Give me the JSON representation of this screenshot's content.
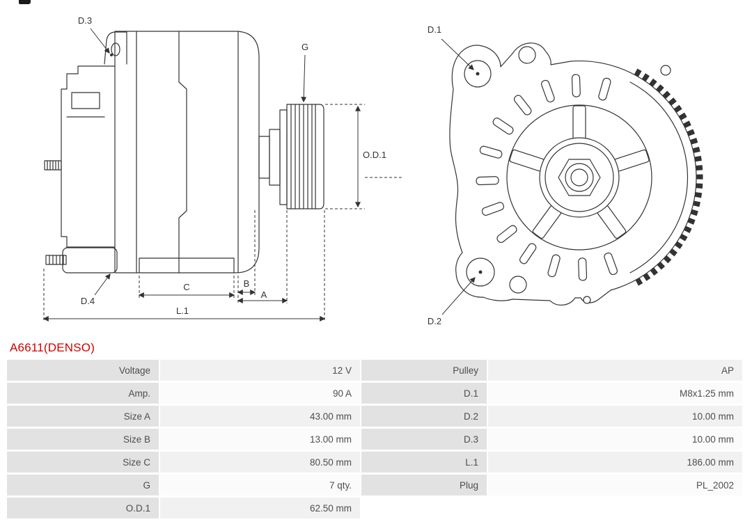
{
  "title": {
    "text": "A6611(DENSO)"
  },
  "diagram": {
    "labels": {
      "d1": "D.1",
      "d2": "D.2",
      "d3": "D.3",
      "d4": "D.4",
      "g": "G",
      "od1": "O.D.1",
      "a": "A",
      "b": "B",
      "c": "C",
      "l1": "L.1"
    }
  },
  "specs": {
    "rows": [
      {
        "l1": "Voltage",
        "v1": "12 V",
        "l2": "Pulley",
        "v2": "AP"
      },
      {
        "l1": "Amp.",
        "v1": "90 A",
        "l2": "D.1",
        "v2": "M8x1.25 mm"
      },
      {
        "l1": "Size A",
        "v1": "43.00 mm",
        "l2": "D.2",
        "v2": "10.00 mm"
      },
      {
        "l1": "Size B",
        "v1": "13.00 mm",
        "l2": "D.3",
        "v2": "10.00 mm"
      },
      {
        "l1": "Size C",
        "v1": "80.50 mm",
        "l2": "L.1",
        "v2": "186.00 mm"
      },
      {
        "l1": "G",
        "v1": "7 qty.",
        "l2": "Plug",
        "v2": "PL_2002"
      },
      {
        "l1": "O.D.1",
        "v1": "62.50 mm",
        "l2": "",
        "v2": ""
      }
    ]
  },
  "colors": {
    "accent_red": "#d10000",
    "line": "#333333",
    "label_cell_bg": "#e2e2e2",
    "value_cell_bg": "#f1f1f1",
    "text": "#555555"
  }
}
